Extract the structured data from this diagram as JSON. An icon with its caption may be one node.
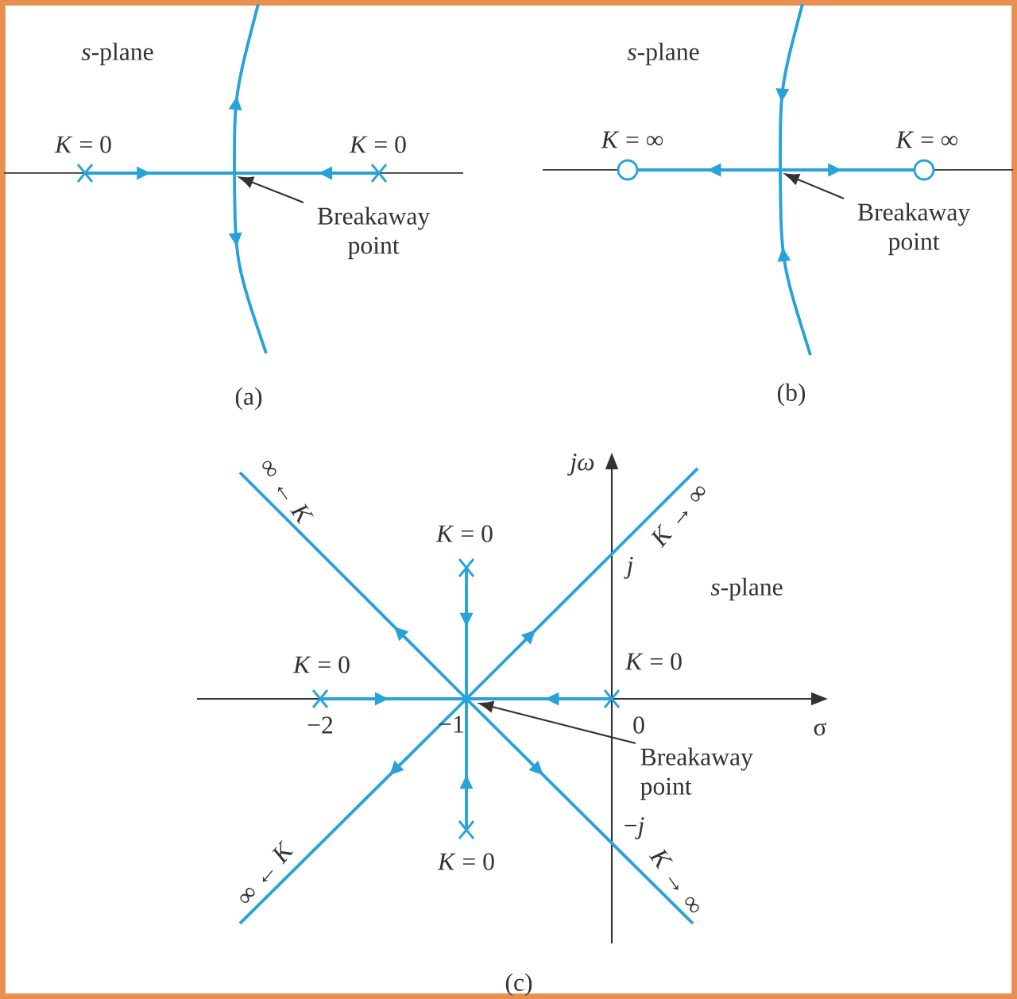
{
  "diagram": {
    "nodes": [
      {
        "text": [
          "Breakaway point"
        ]
      },
      {
        "text": [
          "Breakaway point"
        ]
      },
      {
        "text": [
          "Breakaway point"
        ]
      }
    ],
    "edges": [
      {
        "from": 0,
        "to": null,
        "arrow": "to"
      },
      {
        "from": 1,
        "to": null,
        "arrow": "to"
      },
      {
        "from": 2,
        "to": null,
        "arrow": "to"
      }
    ],
    "labels": [
      "*s*-plane",
      "*s*-plane",
      "*K* = 0",
      "*K* = 0",
      "*K* = ∞",
      "*K* = ∞",
      "(a)",
      "(b)",
      "∞ ← *K*",
      "jω",
      "*K* → ∞",
      "*K* = 0",
      "*j*",
      "*s*-plane",
      "*K* = 0",
      "*K* = 0",
      "−2",
      "−1",
      "0",
      "σ",
      "−*j*",
      "∞ ← *K*",
      "*K* = 0",
      "*K* → ∞",
      "(c)"
    ]
  }
}
